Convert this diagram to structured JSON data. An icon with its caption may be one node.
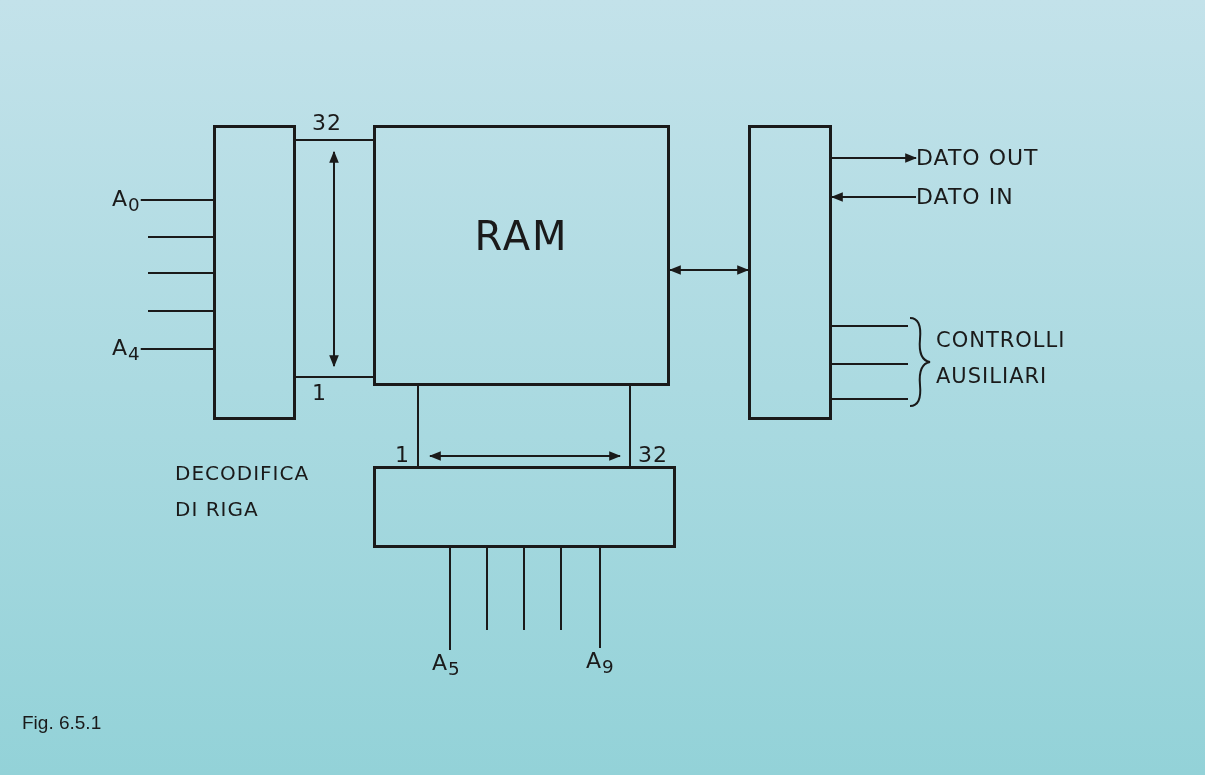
{
  "diagram": {
    "caption": "Fig. 6.5.1",
    "nodes": [
      {
        "text": [],
        "shape": "box"
      },
      {
        "text": [
          "RAM"
        ]
      },
      {
        "text": [],
        "shape": "box"
      },
      {
        "text": [],
        "shape": "box"
      },
      {
        "text": [
          "DATO OUT"
        ]
      },
      {
        "text": [
          "DATO IN"
        ]
      },
      {
        "text": [
          "A$_{0}$"
        ]
      },
      {
        "text": [
          "A$_{4}$"
        ]
      },
      {
        "text": [
          "CONTROLLI AUSILIARI"
        ]
      },
      {
        "text": [
          "A$_{5}$"
        ]
      },
      {
        "text": [
          "A$_{9}$"
        ]
      }
    ],
    "edges": [
      {
        "from": 6,
        "to": 0,
        "arrow": "none"
      },
      {
        "from": null,
        "to": 0,
        "arrow": "none"
      },
      {
        "from": null,
        "to": 0,
        "arrow": "none"
      },
      {
        "from": null,
        "to": 0,
        "arrow": "none"
      },
      {
        "from": 7,
        "to": 0,
        "arrow": "none"
      },
      {
        "from": 0,
        "to": 1,
        "arrow": "none",
        "label": "32"
      },
      {
        "from": 0,
        "to": 1,
        "arrow": "none",
        "label": "1"
      },
      {
        "from": 1,
        "to": 2,
        "arrow": "both"
      },
      {
        "from": 2,
        "to": 4,
        "arrow": "to"
      },
      {
        "from": 5,
        "to": 2,
        "arrow": "to"
      },
      {
        "from": 2,
        "to": 8,
        "arrow": "none"
      },
      {
        "from": 2,
        "to": 8,
        "arrow": "none"
      },
      {
        "from": 2,
        "to": 8,
        "arrow": "none"
      },
      {
        "from": 1,
        "to": 3,
        "arrow": "none",
        "label": "1"
      },
      {
        "from": 1,
        "to": 3,
        "arrow": "none",
        "label": "32"
      },
      {
        "from": 9,
        "to": 3,
        "arrow": "none"
      },
      {
        "from": null,
        "to": 3,
        "arrow": "none"
      },
      {
        "from": null,
        "to": 3,
        "arrow": "none"
      },
      {
        "from": null,
        "to": 3,
        "arrow": "none"
      },
      {
        "from": 10,
        "to": 3,
        "arrow": "none"
      }
    ],
    "labels": [
      "DECODIFICA DI RIGA"
    ]
  }
}
